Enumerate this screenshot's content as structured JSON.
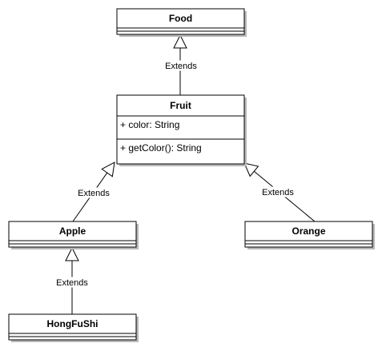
{
  "classes": {
    "food": {
      "name": "Food",
      "attributes": [],
      "operations": []
    },
    "fruit": {
      "name": "Fruit",
      "attributes": [
        "+ color: String"
      ],
      "operations": [
        "+ getColor(): String"
      ]
    },
    "apple": {
      "name": "Apple",
      "attributes": [],
      "operations": []
    },
    "orange": {
      "name": "Orange",
      "attributes": [],
      "operations": []
    },
    "hongfushi": {
      "name": "HongFuShi",
      "attributes": [],
      "operations": []
    }
  },
  "relations": [
    {
      "from": "fruit",
      "to": "food",
      "type": "generalization",
      "label": "Extends"
    },
    {
      "from": "apple",
      "to": "fruit",
      "type": "generalization",
      "label": "Extends"
    },
    {
      "from": "orange",
      "to": "fruit",
      "type": "generalization",
      "label": "Extends"
    },
    {
      "from": "hongfushi",
      "to": "apple",
      "type": "generalization",
      "label": "Extends"
    }
  ]
}
